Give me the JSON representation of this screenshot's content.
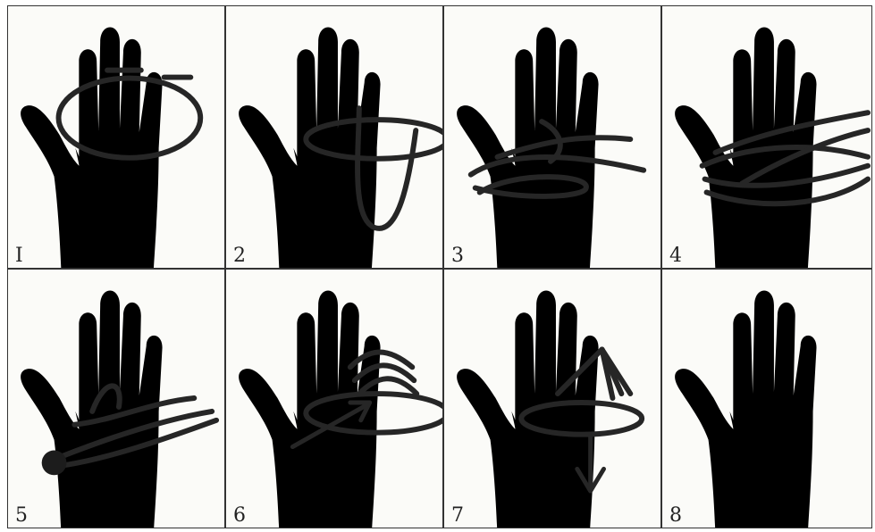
{
  "figure": {
    "panels": [
      {
        "label": "I"
      },
      {
        "label": "2"
      },
      {
        "label": "3"
      },
      {
        "label": "4"
      },
      {
        "label": "5"
      },
      {
        "label": "6"
      },
      {
        "label": "7"
      },
      {
        "label": "8"
      }
    ]
  }
}
